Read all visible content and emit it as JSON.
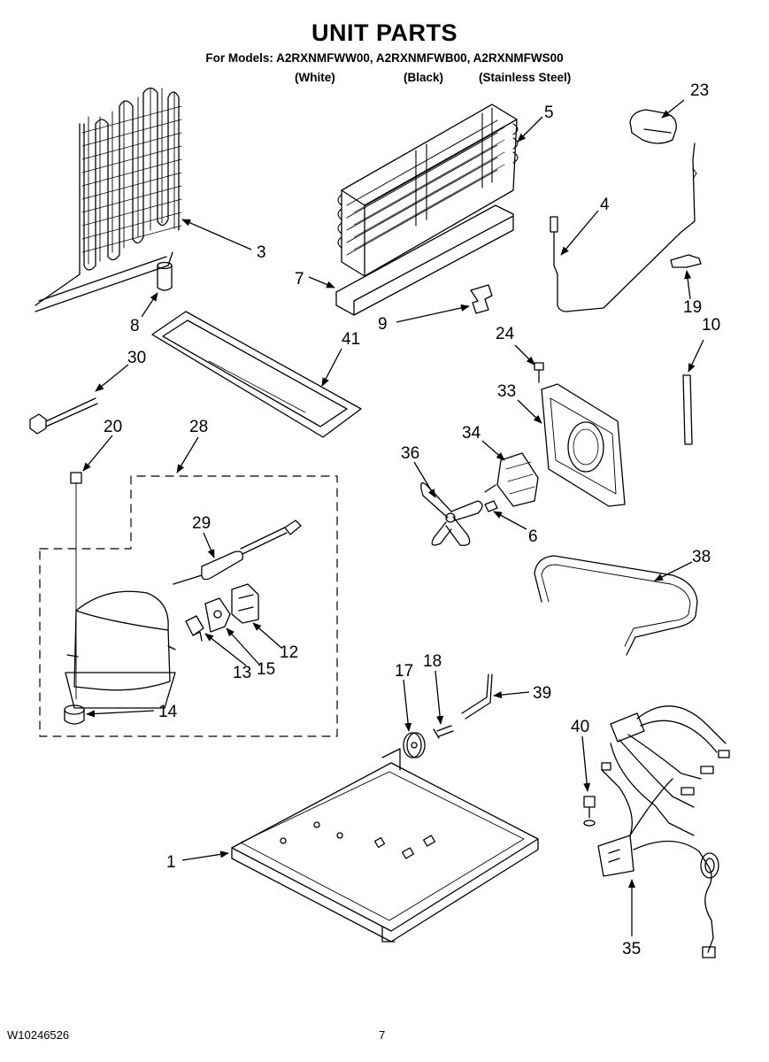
{
  "header": {
    "title": "UNIT PARTS",
    "models": "For Models: A2RXNMFWW00, A2RXNMFWB00, A2RXNMFWS00",
    "variants": [
      "(White)",
      "(Black)",
      "(Stainless Steel)"
    ]
  },
  "callouts": {
    "p1": "1",
    "p3": "3",
    "p4": "4",
    "p5": "5",
    "p6": "6",
    "p7": "7",
    "p8": "8",
    "p9": "9",
    "p10": "10",
    "p12": "12",
    "p13": "13",
    "p14": "14",
    "p15": "15",
    "p17": "17",
    "p18": "18",
    "p19": "19",
    "p20": "20",
    "p23": "23",
    "p24": "24",
    "p28": "28",
    "p29": "29",
    "p30": "30",
    "p33": "33",
    "p34": "34",
    "p35": "35",
    "p36": "36",
    "p38": "38",
    "p39": "39",
    "p40": "40",
    "p41": "41"
  },
  "footer": {
    "doc_number": "W10246526",
    "page_number": "7"
  }
}
